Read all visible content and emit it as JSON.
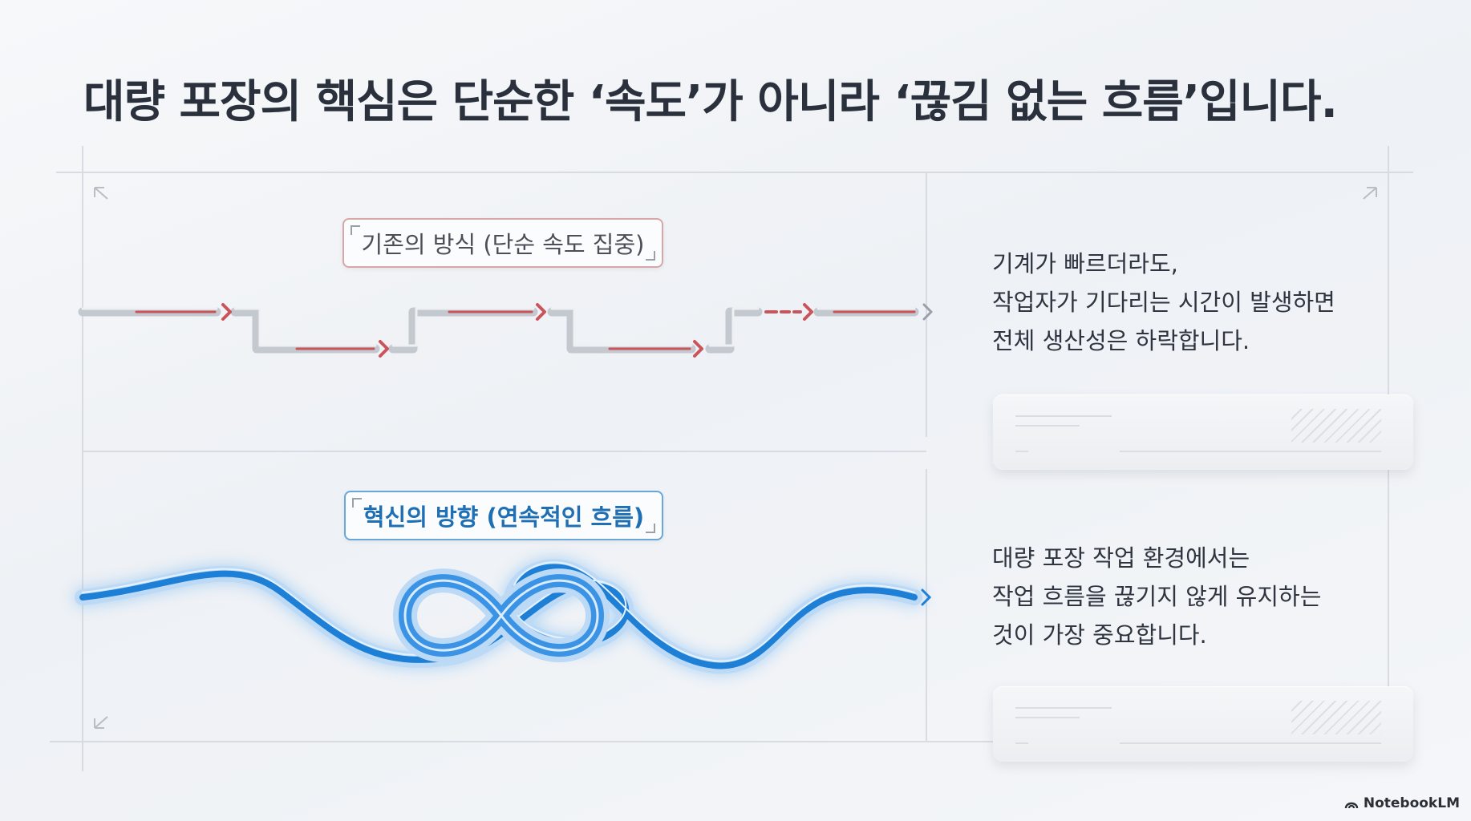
{
  "title": "대량 포장의 핵심은 단순한 ‘속도’가 아니라 ‘끊김 없는 흐름’입니다.",
  "sections": {
    "old": {
      "label": "기존의 방식 (단순 속도 집중)",
      "description": [
        "기계가 빠르더라도,",
        "작업자가 기다리는 시간이 발생하면",
        "전체 생산성은 하락합니다."
      ]
    },
    "new": {
      "label": "혁신의 방향 (연속적인 흐름)",
      "description": [
        "대량 포장 작업 환경에서는",
        "작업 흐름을 끊기지 않게 유지하는",
        "것이 가장 중요합니다."
      ]
    }
  },
  "brand": {
    "name": "NotebookLM",
    "icon": "notebooklm-logo-icon"
  },
  "colors": {
    "old_accent": "#c9555b",
    "new_accent": "#1e7fd6",
    "frame": "#d5d9df"
  }
}
